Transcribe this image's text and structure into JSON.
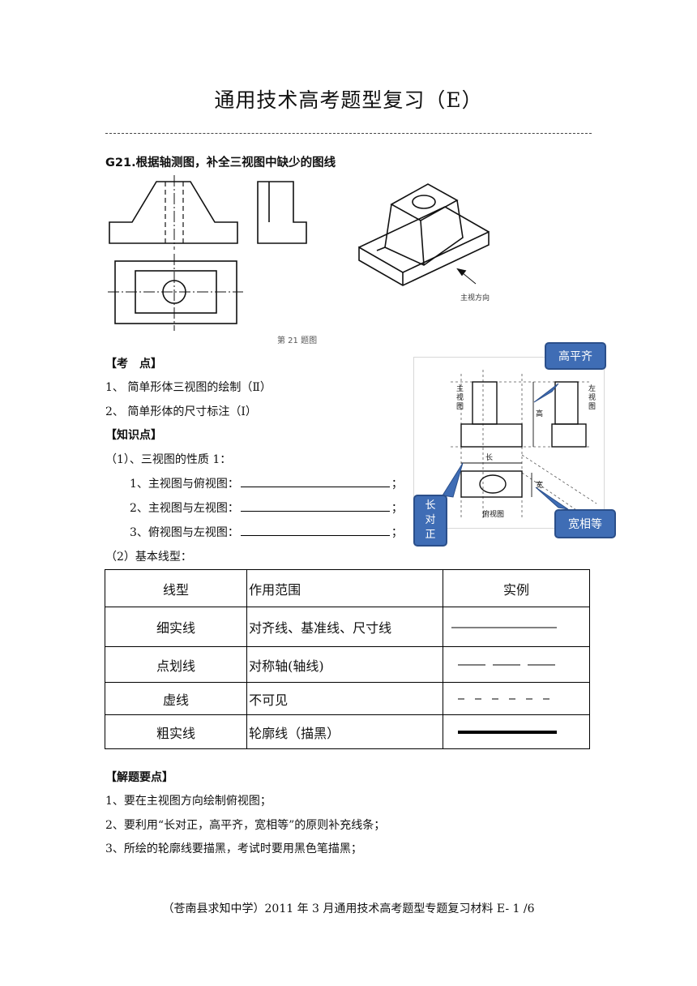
{
  "title": "通用技术高考题型复习（E）",
  "question": {
    "label": "G21.",
    "text": "根据轴测图，补全三视图中缺少的图线",
    "figure_caption": "第 21 题图",
    "view_direction_label": "主视方向"
  },
  "kaodian": {
    "heading": "【考　点】",
    "items": [
      "1、 简单形体三视图的绘制（Ⅱ）",
      "2、 简单形体的尺寸标注（Ⅰ）"
    ]
  },
  "zhishi": {
    "heading": "【知识点】",
    "sub1": "（1）、三视图的性质 1：",
    "items": [
      {
        "label": "1、主视图与俯视图：",
        "end": "；"
      },
      {
        "label": "2、主视图与左视图：",
        "end": "；"
      },
      {
        "label": "3、俯视图与左视图：",
        "end": "；"
      }
    ],
    "sub2": "（2）基本线型："
  },
  "diagram": {
    "front_label": "主视图",
    "left_label": "左视图",
    "top_label": "俯视图",
    "gao": "高",
    "chang": "长",
    "kuan": "宽",
    "callout_high": "高平齐",
    "callout_long": [
      "长",
      "对",
      "正"
    ],
    "callout_wide": "宽相等"
  },
  "line_table": {
    "headers": [
      "线型",
      "作用范围",
      "实例"
    ],
    "rows": [
      {
        "type": "细实线",
        "scope": "对齐线、基准线、尺寸线",
        "style": "thin"
      },
      {
        "type": "点划线",
        "scope": "对称轴(轴线)",
        "style": "dashdot"
      },
      {
        "type": "虚线",
        "scope": "不可见",
        "style": "dashed"
      },
      {
        "type": "粗实线",
        "scope": "轮廓线（描黑）",
        "style": "thick"
      }
    ]
  },
  "jieti": {
    "heading": "【解题要点】",
    "items": [
      "1、要在主视图方向绘制俯视图；",
      "2、要利用“长对正，高平齐，宽相等”的原则补充线条；",
      "3、所绘的轮廓线要描黑，考试时要用黑色笔描黑；"
    ]
  },
  "footer": "（苍南县求知中学）2011 年 3 月通用技术高考题型专题复习材料 E- 1 /6"
}
